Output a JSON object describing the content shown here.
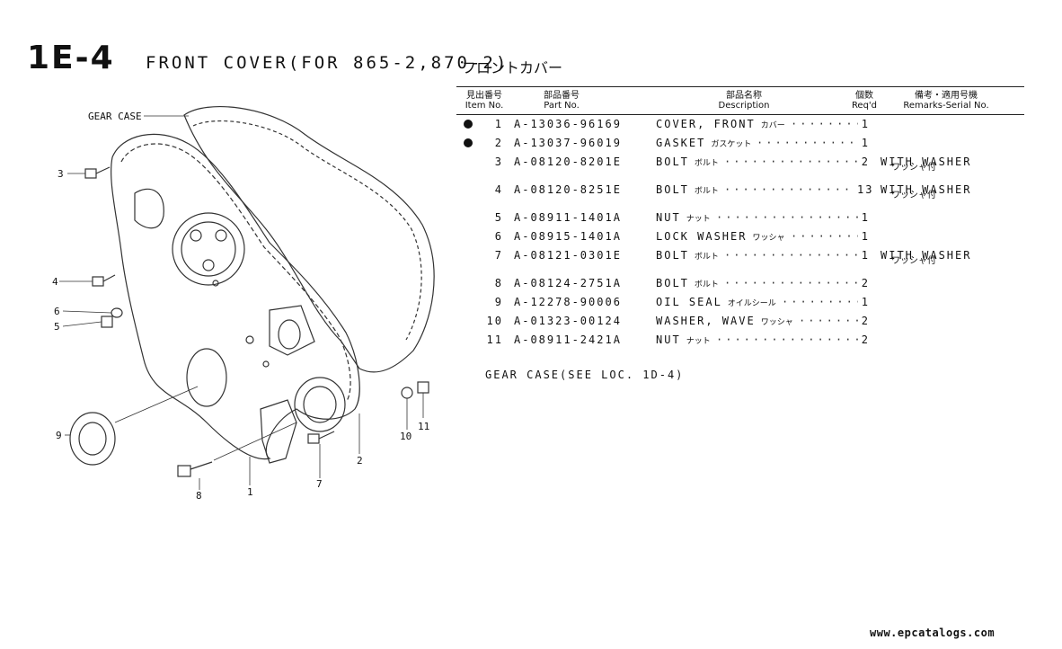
{
  "page": {
    "code": "1E-4",
    "title": "FRONT COVER(FOR 865-2,870-2)",
    "title_jp": "フロントカバー"
  },
  "table_header": {
    "item_jp": "見出番号",
    "item": "Item No.",
    "part_jp": "部品番号",
    "part": "Part No.",
    "desc_jp": "部品名称",
    "desc": "Description",
    "qty_jp": "個数",
    "qty": "Req'd",
    "rem_jp": "備考・適用号機",
    "rem": "Remarks-Serial No."
  },
  "rows": [
    {
      "item": "1",
      "part": "A-13036-96169",
      "desc": "COVER, FRONT",
      "desc_jp": "カバー",
      "qty": "1",
      "rem": "",
      "rem_jp": "",
      "marked": true
    },
    {
      "item": "2",
      "part": "A-13037-96019",
      "desc": "GASKET",
      "desc_jp": "ガスケット",
      "qty": "1",
      "rem": "",
      "rem_jp": "",
      "marked": true
    },
    {
      "item": "3",
      "part": "A-08120-8201E",
      "desc": "BOLT",
      "desc_jp": "ボルト",
      "qty": "2",
      "rem": "WITH WASHER",
      "rem_jp": "ワッシャ付",
      "marked": false
    },
    {
      "item": "4",
      "part": "A-08120-8251E",
      "desc": "BOLT",
      "desc_jp": "ボルト",
      "qty": "13",
      "rem": "WITH WASHER",
      "rem_jp": "ワッシャ付",
      "marked": false
    },
    {
      "item": "5",
      "part": "A-08911-1401A",
      "desc": "NUT",
      "desc_jp": "ナット",
      "qty": "1",
      "rem": "",
      "rem_jp": "",
      "marked": false
    },
    {
      "item": "6",
      "part": "A-08915-1401A",
      "desc": "LOCK WASHER",
      "desc_jp": "ワッシャ",
      "qty": "1",
      "rem": "",
      "rem_jp": "",
      "marked": false
    },
    {
      "item": "7",
      "part": "A-08121-0301E",
      "desc": "BOLT",
      "desc_jp": "ボルト",
      "qty": "1",
      "rem": "WITH WASHER",
      "rem_jp": "ワッシャ付",
      "marked": false
    },
    {
      "item": "8",
      "part": "A-08124-2751A",
      "desc": "BOLT",
      "desc_jp": "ボルト",
      "qty": "2",
      "rem": "",
      "rem_jp": "",
      "marked": false
    },
    {
      "item": "9",
      "part": "A-12278-90006",
      "desc": "OIL SEAL",
      "desc_jp": "オイルシール",
      "qty": "1",
      "rem": "",
      "rem_jp": "",
      "marked": false
    },
    {
      "item": "10",
      "part": "A-01323-00124",
      "desc": "WASHER, WAVE",
      "desc_jp": "ワッシャ",
      "qty": "2",
      "rem": "",
      "rem_jp": "",
      "marked": false
    },
    {
      "item": "11",
      "part": "A-08911-2421A",
      "desc": "NUT",
      "desc_jp": "ナット",
      "qty": "2",
      "rem": "",
      "rem_jp": "",
      "marked": false
    }
  ],
  "note": "GEAR CASE(SEE LOC. 1D-4)",
  "diagram": {
    "gear_case_label": "GEAR CASE",
    "callouts": [
      "1",
      "2",
      "3",
      "4",
      "5",
      "6",
      "7",
      "8",
      "9",
      "10",
      "11"
    ]
  },
  "footer": {
    "url": "www.epcatalogs.com"
  }
}
